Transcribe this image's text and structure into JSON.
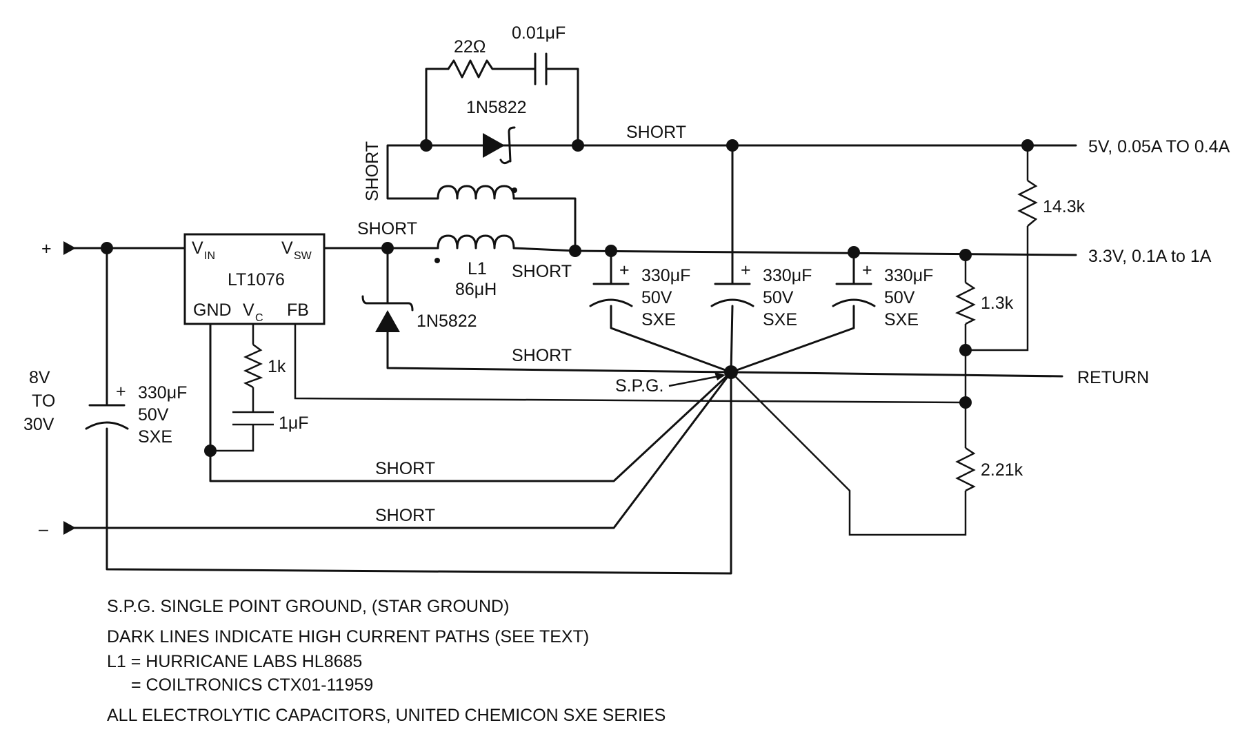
{
  "ic": {
    "name": "LT1076",
    "pins": {
      "vin": "V",
      "vin_sub": "IN",
      "vsw": "V",
      "vsw_sub": "SW",
      "gnd": "GND",
      "vc": "V",
      "vc_sub": "C",
      "fb": "FB"
    }
  },
  "input": {
    "plus": "+",
    "minus": "–",
    "range_line1": "8V",
    "range_line2": "TO",
    "range_line3": "30V"
  },
  "outputs": {
    "out5v": "5V, 0.05A TO 0.4A",
    "out3v3": "3.3V, 0.1A to 1A",
    "return": "RETURN"
  },
  "components": {
    "snubber_r": "22Ω",
    "snubber_c": "0.01μF",
    "diode_top": "1N5822",
    "diode_left": "1N5822",
    "inductor_name": "L1",
    "inductor_value": "86μH",
    "rc_r": "1k",
    "rc_c": "1μF",
    "cap_in": [
      "330μF",
      "50V",
      "SXE"
    ],
    "cap_out1": [
      "330μF",
      "50V",
      "SXE"
    ],
    "cap_out2": [
      "330μF",
      "50V",
      "SXE"
    ],
    "cap_out3": [
      "330μF",
      "50V",
      "SXE"
    ],
    "cap_plus": "+",
    "r_14k3": "14.3k",
    "r_1k3": "1.3k",
    "r_2k21": "2.21k"
  },
  "labels": {
    "short": "SHORT",
    "spg": "S.P.G."
  },
  "notes": [
    "S.P.G. SINGLE POINT GROUND, (STAR GROUND)",
    "DARK LINES INDICATE HIGH CURRENT PATHS (SEE TEXT)",
    "L1 = HURRICANE LABS HL8685",
    "= COILTRONICS CTX01-11959",
    "ALL ELECTROLYTIC CAPACITORS, UNITED CHEMICON SXE SERIES"
  ]
}
